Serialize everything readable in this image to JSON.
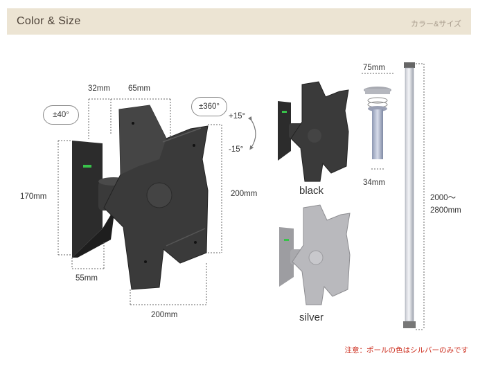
{
  "header": {
    "title": "Color & Size",
    "subtitle": "カラー&サイズ"
  },
  "dimensions": {
    "top_left_width": "32mm",
    "top_plate_width": "65mm",
    "tilt_horizontal": "±40°",
    "rotation": "±360°",
    "tilt_up": "+15°",
    "tilt_down": "-15°",
    "height_bracket": "170mm",
    "plate_height": "200mm",
    "base_width": "55mm",
    "plate_width": "200mm"
  },
  "colors": {
    "black_label": "black",
    "silver_label": "silver",
    "black_hex": "#3a3a3a",
    "silver_hex": "#b9b9bd"
  },
  "pole": {
    "top_width": "75mm",
    "bottom_width": "34mm",
    "length": "2000〜\n2800mm"
  },
  "note": "注意：ポールの色はシルバーのみです"
}
